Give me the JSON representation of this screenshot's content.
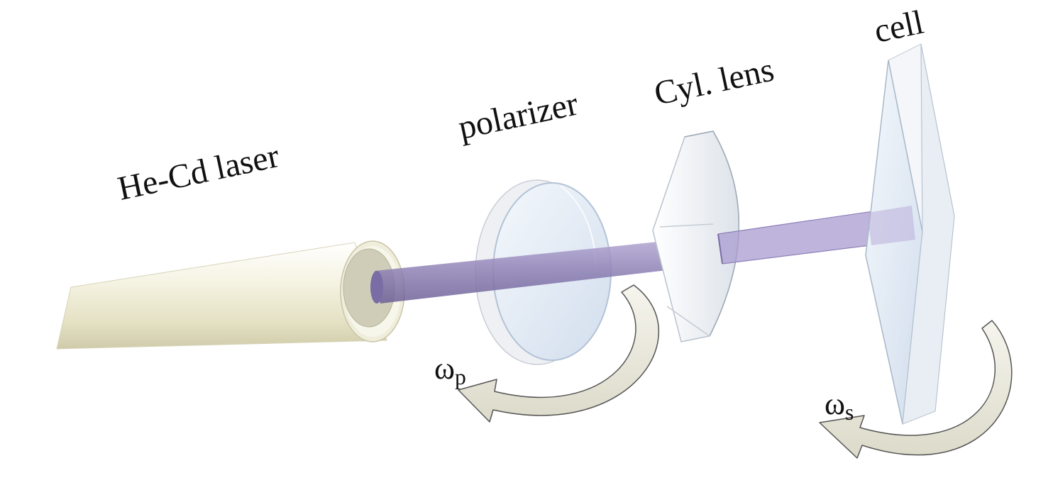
{
  "labels": {
    "laser": "He-Cd laser",
    "polarizer": "polarizer",
    "lens": "Cyl. lens",
    "cell": "cell"
  },
  "rotations": {
    "polarizer": {
      "symbol": "ω",
      "subscript": "p"
    },
    "cell": {
      "symbol": "ω",
      "subscript": "s"
    }
  },
  "colors": {
    "laser_body": "#f2f0dc",
    "beam": "#9487b8",
    "glass": "#dfe8f3",
    "arrow": "#ecebe1"
  }
}
